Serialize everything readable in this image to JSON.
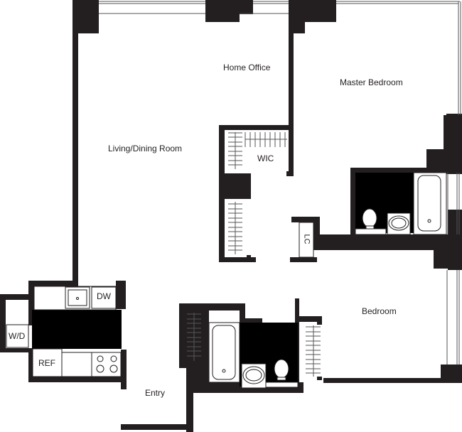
{
  "diagram": {
    "type": "floor-plan",
    "colors": {
      "wall": "#231f20",
      "fill_dark": "#000000",
      "line": "#555555",
      "background": "#ffffff"
    },
    "rooms": [
      {
        "id": "living-dining",
        "label": "Living/Dining Room"
      },
      {
        "id": "home-office",
        "label": "Home Office"
      },
      {
        "id": "master-bedroom",
        "label": "Master Bedroom"
      },
      {
        "id": "wic",
        "label": "WIC"
      },
      {
        "id": "linen-closet",
        "label": "LC"
      },
      {
        "id": "bedroom",
        "label": "Bedroom"
      },
      {
        "id": "entry",
        "label": "Entry"
      }
    ],
    "appliances": [
      {
        "id": "dishwasher",
        "label": "DW"
      },
      {
        "id": "washer-dryer",
        "label": "W/D"
      },
      {
        "id": "refrigerator",
        "label": "REF"
      }
    ]
  }
}
